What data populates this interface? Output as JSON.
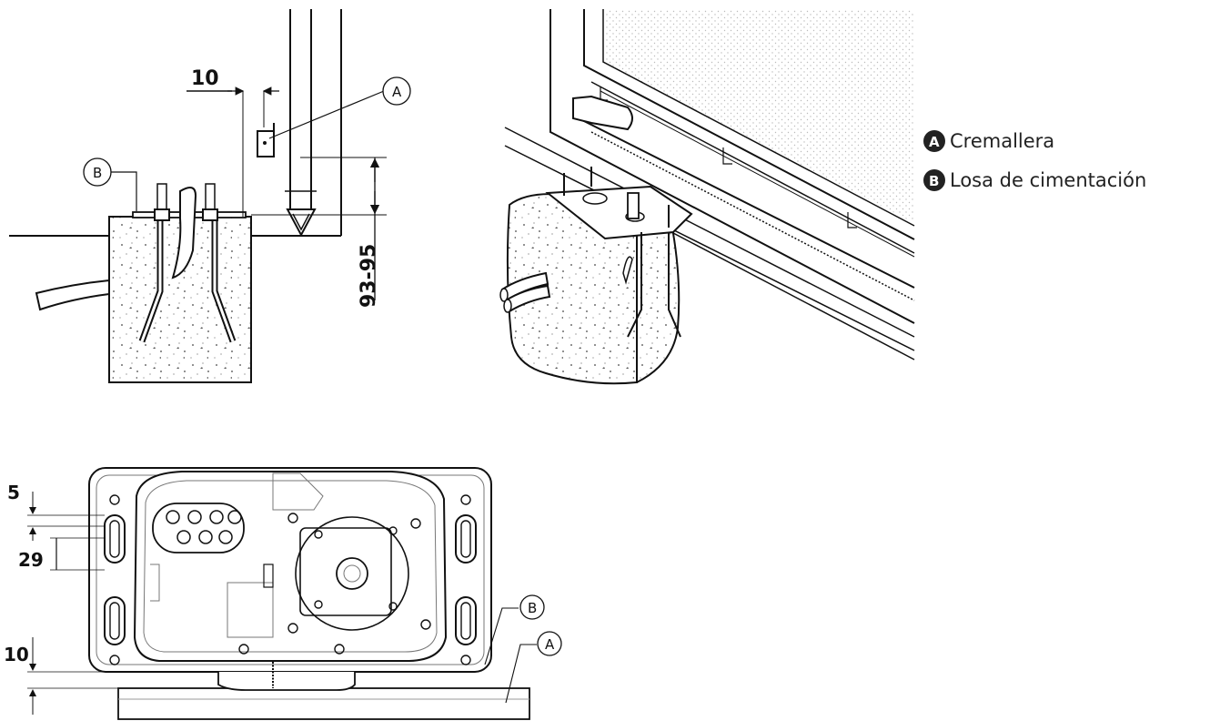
{
  "section_view": {
    "dim_offset": "10",
    "dim_height": "93-95",
    "callout_a": "A",
    "callout_b": "B"
  },
  "top_view": {
    "dim_5": "5",
    "dim_29": "29",
    "dim_10": "10",
    "callout_a": "A",
    "callout_b": "B"
  },
  "legend": {
    "items": [
      {
        "letter": "A",
        "label": "Cremallera"
      },
      {
        "letter": "B",
        "label": "Losa de cimentación"
      }
    ]
  }
}
